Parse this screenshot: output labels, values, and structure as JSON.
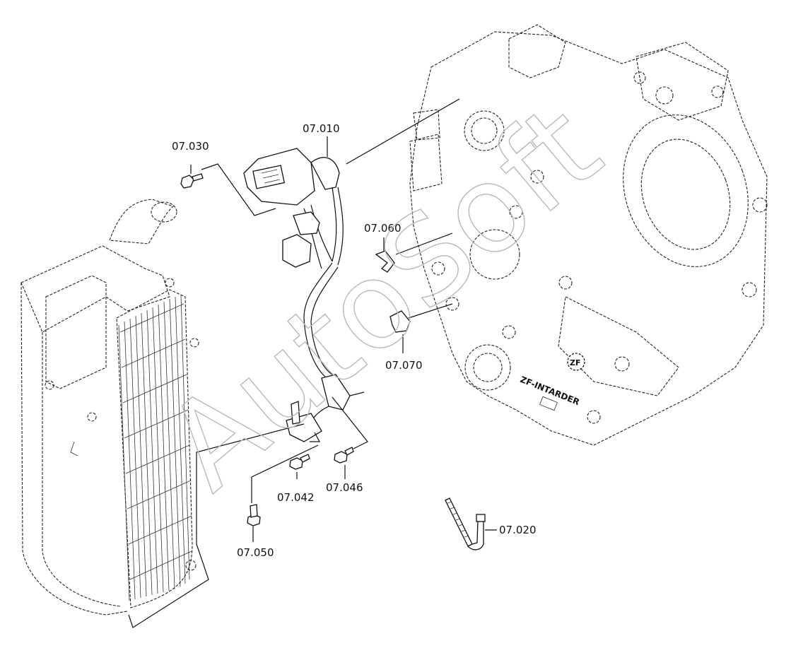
{
  "watermark": {
    "text": "AutoSoft",
    "color": "#c8c8c8"
  },
  "labels": {
    "p07010": "07.010",
    "p07020": "07.020",
    "p07030": "07.030",
    "p07042": "07.042",
    "p07046": "07.046",
    "p07050": "07.050",
    "p07060": "07.060",
    "p07070": "07.070"
  },
  "housing": {
    "text": "ZF-INTARDER"
  }
}
